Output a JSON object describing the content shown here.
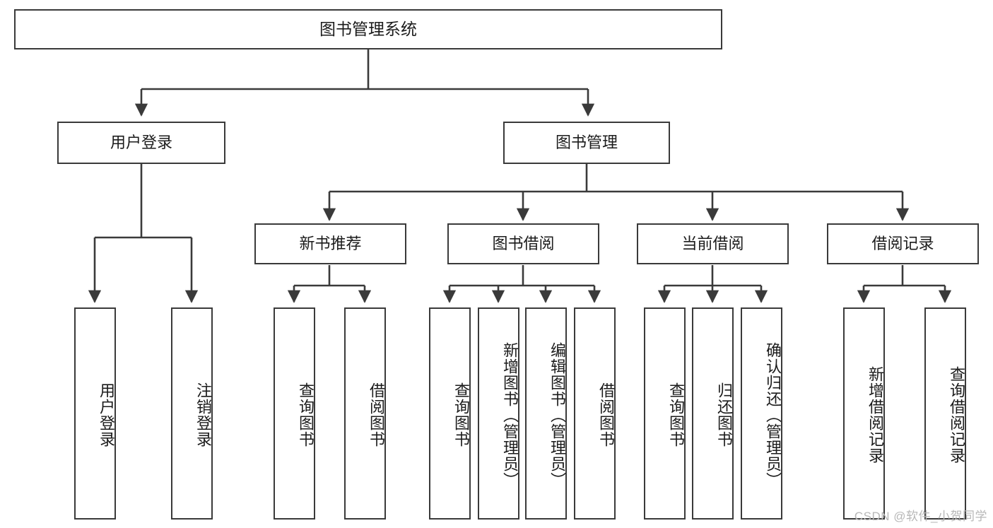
{
  "diagram": {
    "title": "图书管理系统",
    "type": "tree-hierarchy-diagram",
    "watermark": "CSDN @软件_小贺同学",
    "colors": {
      "box_border": "#3a3a3a",
      "box_fill": "#ffffff",
      "connector": "#3a3a3a",
      "text": "#1b1b1b",
      "watermark": "#b7b7b7",
      "background": "#ffffff"
    },
    "nodes": {
      "root": {
        "label": "图书管理系统"
      },
      "level2": [
        {
          "label": "用户登录"
        },
        {
          "label": "图书管理"
        }
      ],
      "level3": [
        {
          "label": "新书推荐"
        },
        {
          "label": "图书借阅"
        },
        {
          "label": "当前借阅"
        },
        {
          "label": "借阅记录"
        }
      ],
      "leaves_user_login": [
        {
          "label": "用户登录"
        },
        {
          "label": "注销登录"
        }
      ],
      "leaves_new_book": [
        {
          "label": "查询图书"
        },
        {
          "label": "借阅图书"
        }
      ],
      "leaves_borrow": [
        {
          "label": "查询图书"
        },
        {
          "label": "新增图书（管理员）"
        },
        {
          "label": "编辑图书（管理员）"
        },
        {
          "label": "借阅图书"
        }
      ],
      "leaves_current": [
        {
          "label": "查询图书"
        },
        {
          "label": "归还图书"
        },
        {
          "label": "确认归还（管理员）"
        }
      ],
      "leaves_record": [
        {
          "label": "新增借阅记录"
        },
        {
          "label": "查询借阅记录"
        }
      ]
    }
  }
}
